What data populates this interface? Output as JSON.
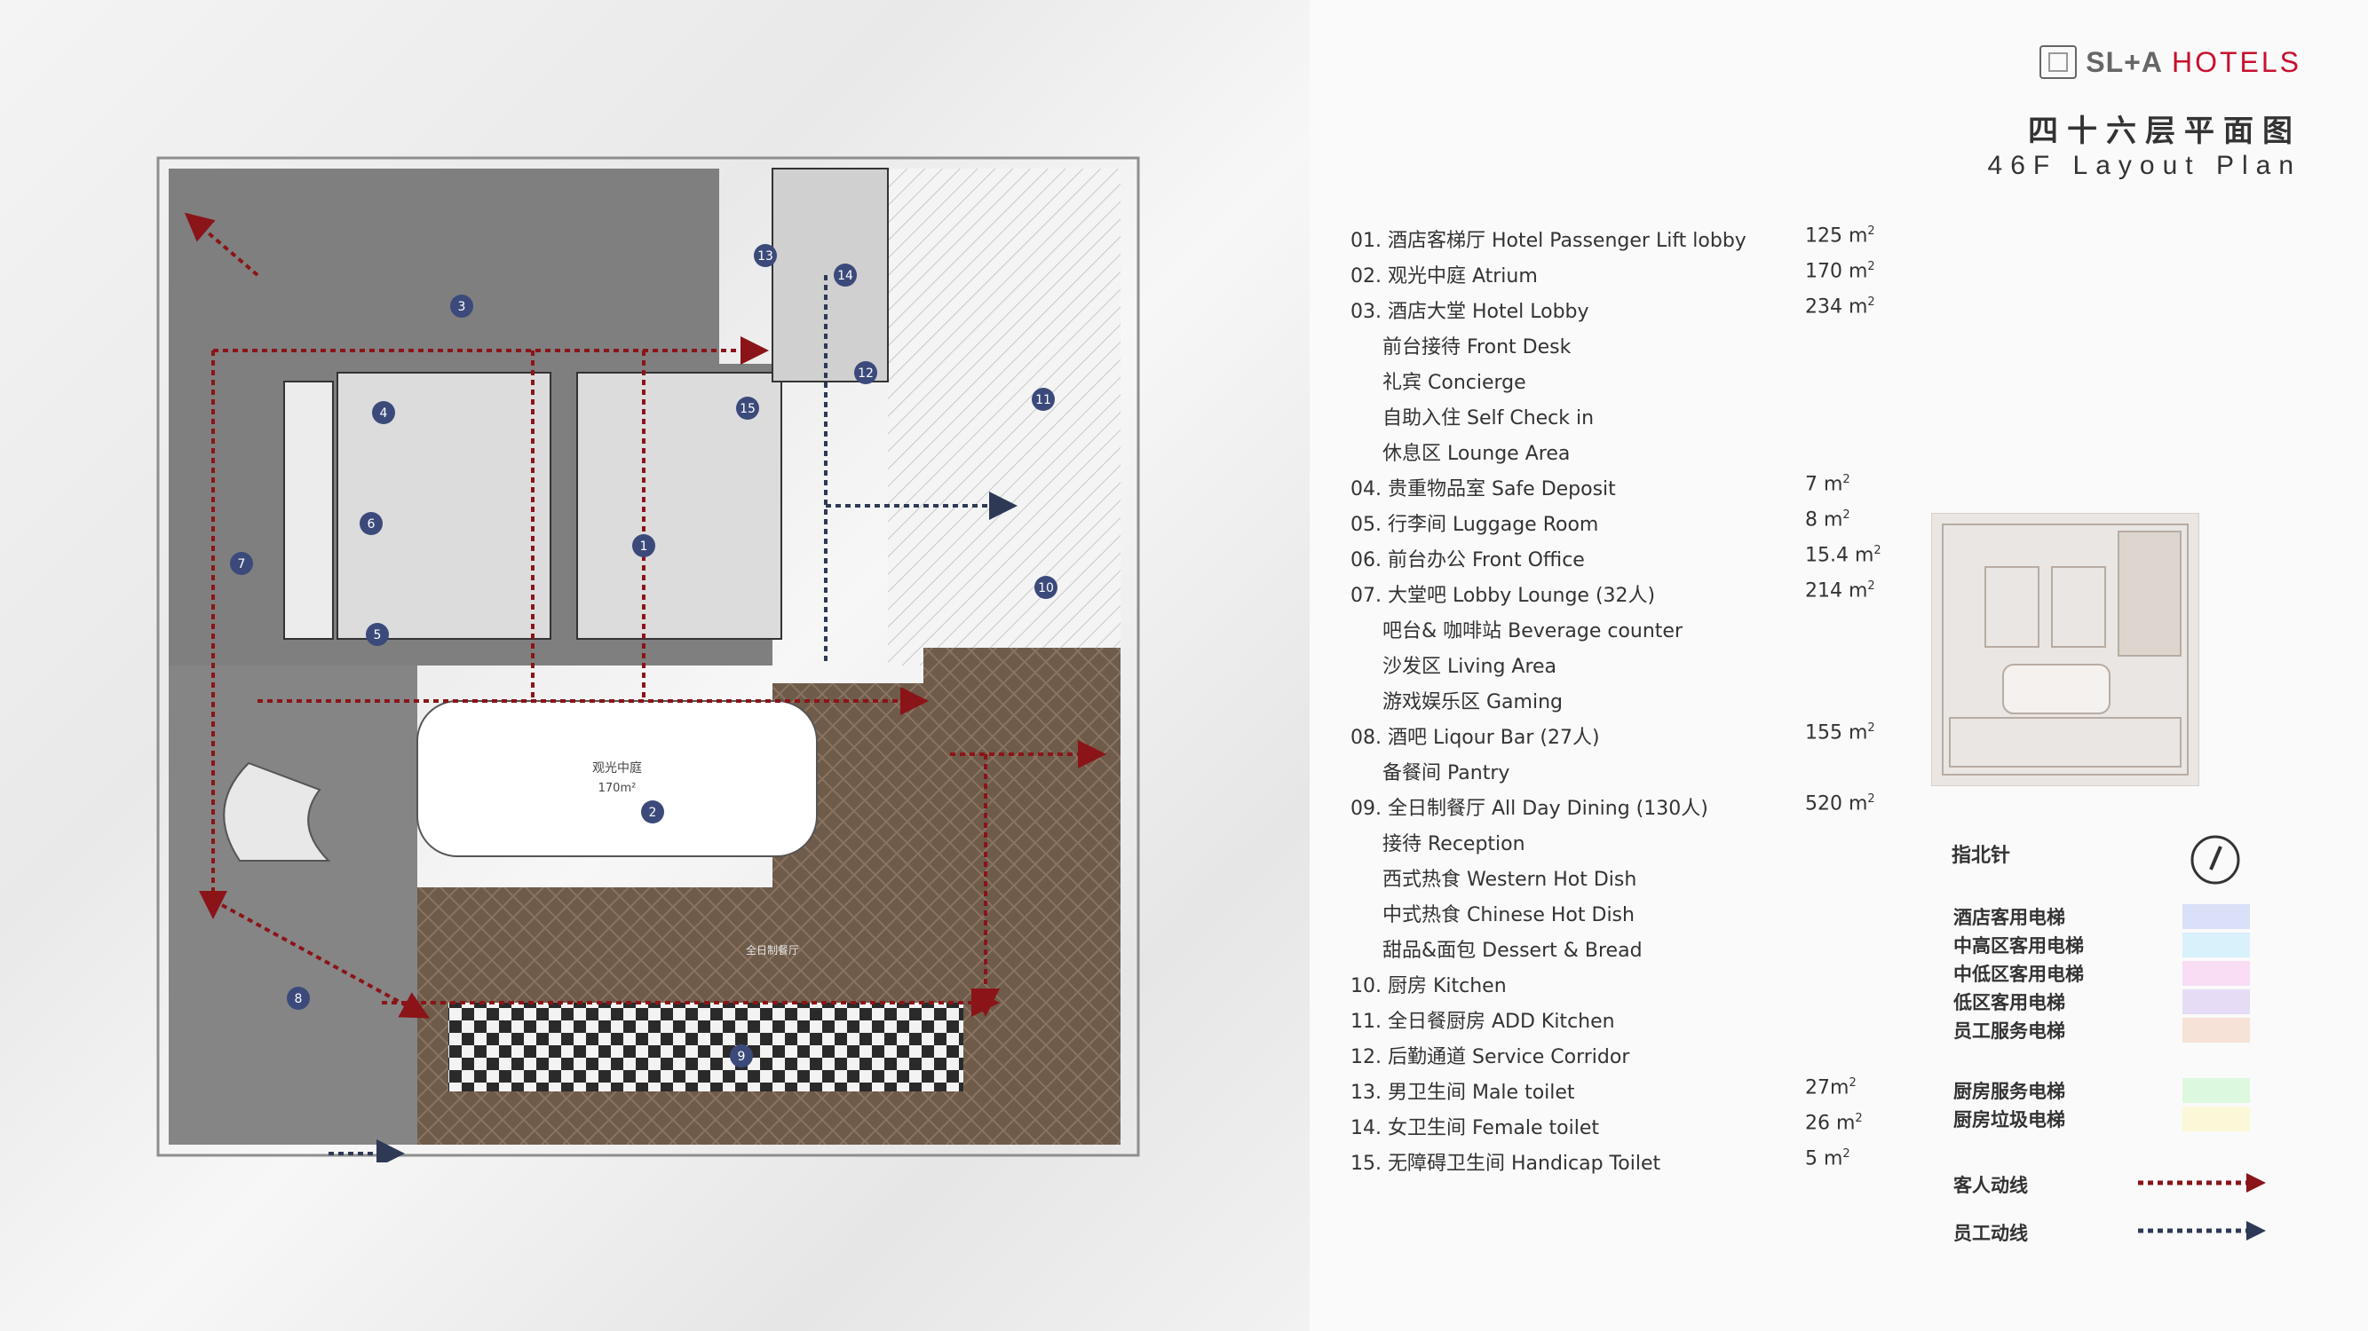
{
  "brand": {
    "prefix": "SL+A",
    "name": "HOTELS",
    "accent": "#c8102e"
  },
  "title": {
    "cn": "四十六层平面图",
    "en": "46F Layout Plan"
  },
  "plan": {
    "atrium_label": "观光中庭",
    "atrium_area": "170m²",
    "dining_label": "全日制餐厅",
    "markers": [
      "1",
      "2",
      "3",
      "4",
      "5",
      "6",
      "7",
      "8",
      "9",
      "10",
      "11",
      "12",
      "13",
      "14",
      "15"
    ]
  },
  "legend": [
    {
      "label": "01. 酒店客梯厅  Hotel Passenger Lift lobby",
      "area": "125 m",
      "sup": "2",
      "sub": false
    },
    {
      "label": "02. 观光中庭  Atrium",
      "area": "170 m",
      "sup": "2",
      "sub": false
    },
    {
      "label": "03. 酒店大堂  Hotel Lobby",
      "area": "234 m",
      "sup": "2",
      "sub": false
    },
    {
      "label": "前台接待  Front Desk",
      "area": "",
      "sup": "",
      "sub": true
    },
    {
      "label": "礼宾  Concierge",
      "area": "",
      "sup": "",
      "sub": true
    },
    {
      "label": "自助入住 Self Check in",
      "area": "",
      "sup": "",
      "sub": true
    },
    {
      "label": "休息区  Lounge Area",
      "area": "",
      "sup": "",
      "sub": true
    },
    {
      "label": "04. 贵重物品室 Safe Deposit",
      "area": "7 m",
      "sup": "2",
      "sub": false
    },
    {
      "label": "05. 行李间  Luggage Room",
      "area": "8 m",
      "sup": "2",
      "sub": false
    },
    {
      "label": "06. 前台办公 Front Office",
      "area": "15.4 m",
      "sup": "2",
      "sub": false
    },
    {
      "label": "07. 大堂吧  Lobby Lounge  (32人)",
      "area": "214 m",
      "sup": "2",
      "sub": false
    },
    {
      "label": "吧台& 咖啡站  Beverage counter",
      "area": "",
      "sup": "",
      "sub": true
    },
    {
      "label": "沙发区 Living Area",
      "area": "",
      "sup": "",
      "sub": true
    },
    {
      "label": "游戏娱乐区 Gaming",
      "area": "",
      "sup": "",
      "sub": true
    },
    {
      "label": "08. 酒吧 Liqour Bar (27人)",
      "area": "155 m",
      "sup": "2",
      "sub": false
    },
    {
      "label": "备餐间  Pantry",
      "area": "",
      "sup": "",
      "sub": true
    },
    {
      "label": "09. 全日制餐厅  All Day Dining  (130人)",
      "area": "520 m",
      "sup": "2",
      "sub": false
    },
    {
      "label": "接待  Reception",
      "area": "",
      "sup": "",
      "sub": true
    },
    {
      "label": "西式热食  Western Hot Dish",
      "area": "",
      "sup": "",
      "sub": true
    },
    {
      "label": "中式热食 Chinese Hot Dish",
      "area": "",
      "sup": "",
      "sub": true
    },
    {
      "label": "甜品&面包  Dessert & Bread",
      "area": "",
      "sup": "",
      "sub": true
    },
    {
      "label": "10. 厨房  Kitchen",
      "area": "",
      "sup": "",
      "sub": false
    },
    {
      "label": "11. 全日餐厨房 ADD Kitchen",
      "area": "",
      "sup": "",
      "sub": false
    },
    {
      "label": "12. 后勤通道  Service Corridor",
      "area": "",
      "sup": "",
      "sub": false
    },
    {
      "label": "13. 男卫生间  Male toilet",
      "area": "27m",
      "sup": "2",
      "sub": false
    },
    {
      "label": "14. 女卫生间  Female toilet",
      "area": "26 m",
      "sup": "2",
      "sub": false
    },
    {
      "label": "15. 无障碍卫生间 Handicap Toilet",
      "area": "5 m",
      "sup": "2",
      "sub": false
    }
  ],
  "north": {
    "label": "指北针"
  },
  "swatches": [
    {
      "label": "酒店客用电梯",
      "color": "#d9e0f7"
    },
    {
      "label": "中高区客用电梯",
      "color": "#d8f1fb"
    },
    {
      "label": "中低区客用电梯",
      "color": "#f8ddf5"
    },
    {
      "label": "低区客用电梯",
      "color": "#e7dcf5"
    },
    {
      "label": "员工服务电梯",
      "color": "#f6e2d6"
    },
    {
      "label": "厨房服务电梯",
      "color": "#dcf8df"
    },
    {
      "label": "厨房垃圾电梯",
      "color": "#fbf8d8"
    }
  ],
  "flows": [
    {
      "label": "客人动线",
      "color": "#8b1418"
    },
    {
      "label": "员工动线",
      "color": "#2e3a55"
    }
  ]
}
